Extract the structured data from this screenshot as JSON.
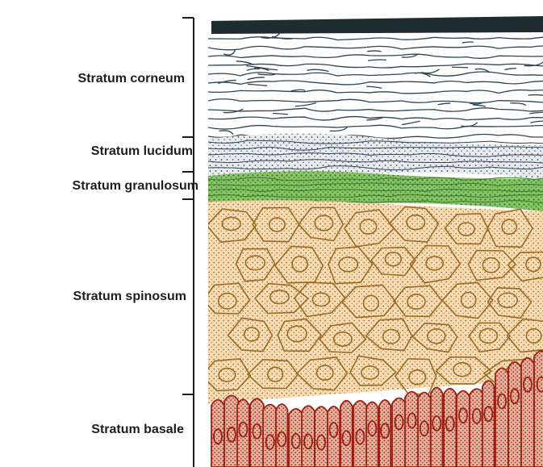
{
  "layers": [
    {
      "id": "corneum",
      "label": "Stratum corneum"
    },
    {
      "id": "lucidum",
      "label": "Stratum lucidum"
    },
    {
      "id": "granulosum",
      "label": "Stratum granulosum"
    },
    {
      "id": "spinosum",
      "label": "Stratum spinosum"
    },
    {
      "id": "basale",
      "label": "Stratum basale"
    }
  ],
  "colors": {
    "corneum_line": "#2f4450",
    "lucidum_dots": "#3a4a52",
    "granulosum": "#4f9a3a",
    "spinosum_fill": "#f6dcb4",
    "spinosum_line": "#9a6a22",
    "spinosum_dots": "#a06020",
    "basale_fill": "#d9a08a",
    "basale_line": "#9a1e12",
    "bracket": "#1a1a1a"
  }
}
